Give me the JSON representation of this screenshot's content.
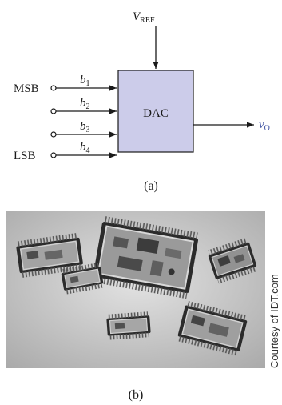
{
  "diagram": {
    "vref": {
      "main": "V",
      "sub": "REF"
    },
    "block_label": "DAC",
    "output": {
      "main": "v",
      "sub": "O"
    },
    "msb_label": "MSB",
    "lsb_label": "LSB",
    "bits": [
      {
        "main": "b",
        "sub": "1"
      },
      {
        "main": "b",
        "sub": "2"
      },
      {
        "main": "b",
        "sub": "3"
      },
      {
        "main": "b",
        "sub": "4"
      }
    ],
    "caption": "(a)",
    "colors": {
      "block_fill": "#ccccea",
      "output_text": "#3b4fa0",
      "stroke": "#1a1a1a"
    }
  },
  "photo": {
    "credit": "Courtesy of IDT.com",
    "caption": "(b)"
  }
}
